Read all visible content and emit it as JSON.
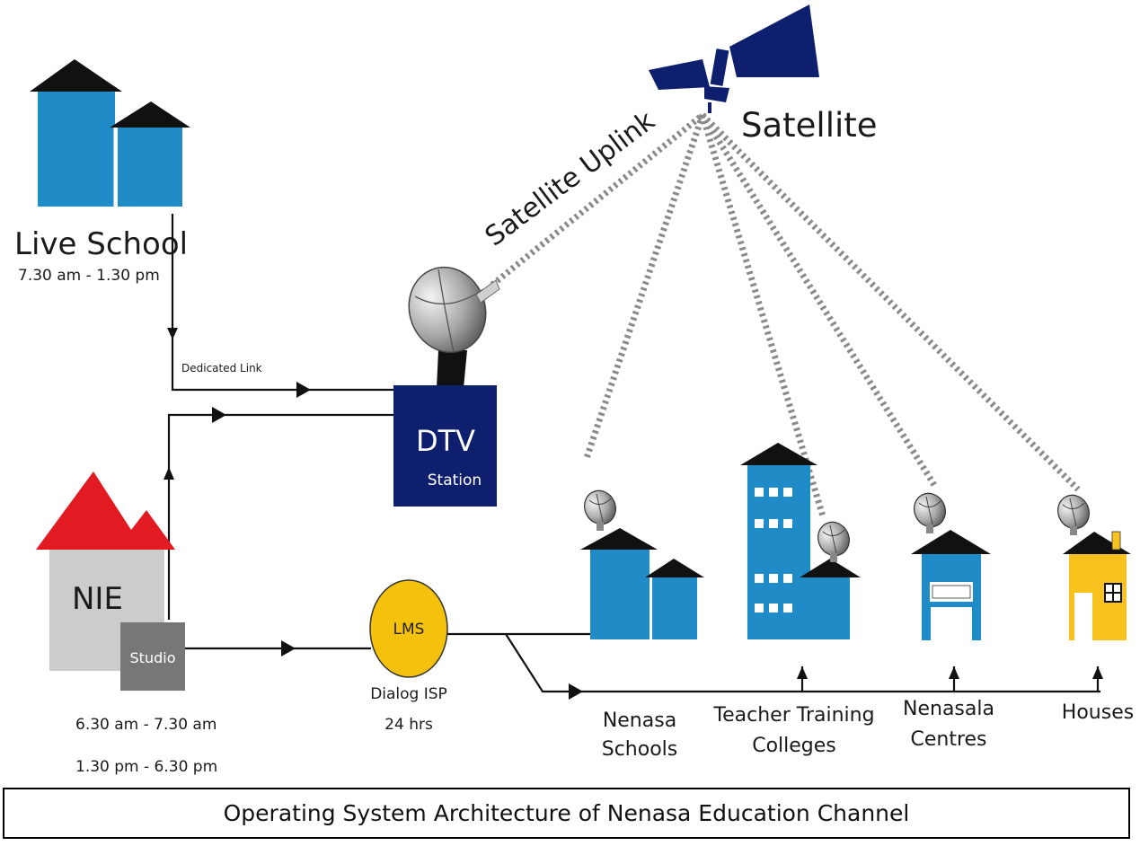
{
  "colors": {
    "school_blue": "#1f8cc8",
    "roof_black": "#111111",
    "satellite_navy": "#0e1f6e",
    "nie_red": "#e21b23",
    "nie_grey": "#cccccc",
    "studio_grey": "#777777",
    "lms_yellow": "#f4c20d",
    "house_yellow": "#f7c21e",
    "link_dots": "#8a8a8a"
  },
  "labels": {
    "satellite": "Satellite",
    "satellite_uplink": "Satellite Uplink",
    "live_school": "Live School",
    "live_school_hours": "7.30 am - 1.30 pm",
    "dedicated_link": "Dedicated Link",
    "dtv_title": "DTV",
    "dtv_subtitle": "Station",
    "nie": "NIE",
    "studio": "Studio",
    "nie_hours_1": "6.30 am - 7.30 am",
    "nie_hours_2": "1.30 pm - 6.30 pm",
    "lms": "LMS",
    "dialog_isp": "Dialog ISP",
    "dialog_hours": "24 hrs",
    "nenasa_schools_1": "Nenasa",
    "nenasa_schools_2": "Schools",
    "ttc_1": "Teacher Training",
    "ttc_2": "Colleges",
    "nenasala_1": "Nenasala",
    "nenasala_2": "Centres",
    "houses": "Houses"
  },
  "caption": "Operating System Architecture of Nenasa Education Channel",
  "icons": [
    "satellite-icon",
    "dish-icon",
    "school-building-icon",
    "house-icon"
  ]
}
